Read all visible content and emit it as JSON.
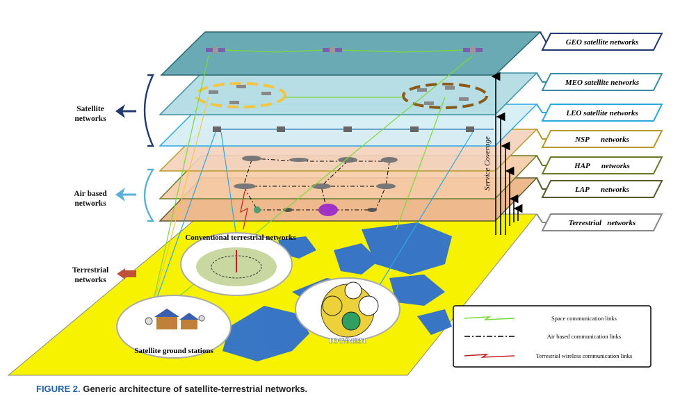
{
  "layers": [
    {
      "id": "geo",
      "label": "GEO satellite networks"
    },
    {
      "id": "meo",
      "label": "MEO satellite networks"
    },
    {
      "id": "leo",
      "label": "LEO satellite networks"
    },
    {
      "id": "nsp",
      "label": "NSP      networks"
    },
    {
      "id": "hap",
      "label": "HAP      networks"
    },
    {
      "id": "lap",
      "label": "LAP      networks"
    },
    {
      "id": "terrestrial",
      "label": "Terrestrial   networks"
    }
  ],
  "groups": {
    "satellite": "Satellite networks",
    "air": "Air based networks",
    "terrestrial": "Terrestrial networks"
  },
  "service_coverage": "Service Coverage",
  "clouds": {
    "conventional": "Conventional terrestrial networks",
    "iot": "IOT/M2M",
    "ground": "Satellite ground stations"
  },
  "legend": {
    "space": "Space communication links",
    "air": "Air based communication links",
    "terrestrial": "Terrestrial wireless communication links"
  },
  "caption": {
    "figure": "FIGURE 2.",
    "text": "Generic architecture of satellite-terrestrial networks."
  },
  "colors": {
    "geo": "#6aaab4",
    "meo": "#b4dce4",
    "leo": "#d6eef6",
    "nsp": "#f3d2bc",
    "hap": "#f5cba6",
    "lap": "#efb98e",
    "ground": "#f6f200"
  }
}
